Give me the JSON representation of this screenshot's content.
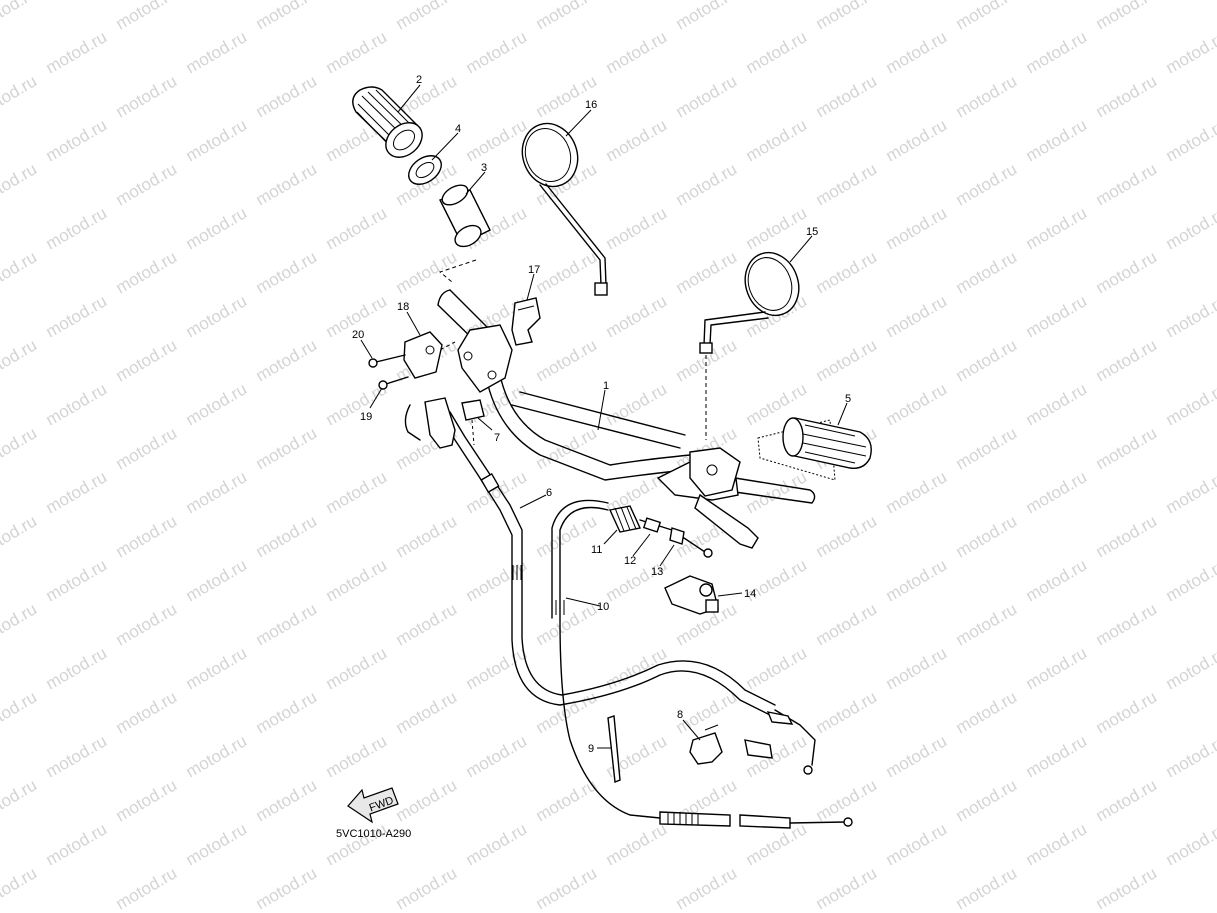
{
  "watermark": "motod.ru",
  "diagram_code": "5VC1010-A290",
  "fwd_arrow_label": "FWD",
  "callouts": [
    {
      "label": "1",
      "part": "handlebar"
    },
    {
      "label": "2",
      "part": "grip-left"
    },
    {
      "label": "3",
      "part": "throttle-tube"
    },
    {
      "label": "4",
      "part": "washer"
    },
    {
      "label": "5",
      "part": "grip-right"
    },
    {
      "label": "6",
      "part": "throttle-cable"
    },
    {
      "label": "7",
      "part": "throttle-clamp"
    },
    {
      "label": "8",
      "part": "cable-holder"
    },
    {
      "label": "9",
      "part": "cable-band"
    },
    {
      "label": "10",
      "part": "clutch-cable"
    },
    {
      "label": "11",
      "part": "cable-boot"
    },
    {
      "label": "12",
      "part": "adjuster"
    },
    {
      "label": "13",
      "part": "locknut"
    },
    {
      "label": "14",
      "part": "lever-holder"
    },
    {
      "label": "15",
      "part": "mirror-left"
    },
    {
      "label": "16",
      "part": "mirror-right"
    },
    {
      "label": "17",
      "part": "grip-cap"
    },
    {
      "label": "18",
      "part": "throttle-cover"
    },
    {
      "label": "19",
      "part": "screw-short"
    },
    {
      "label": "20",
      "part": "screw-long"
    }
  ]
}
